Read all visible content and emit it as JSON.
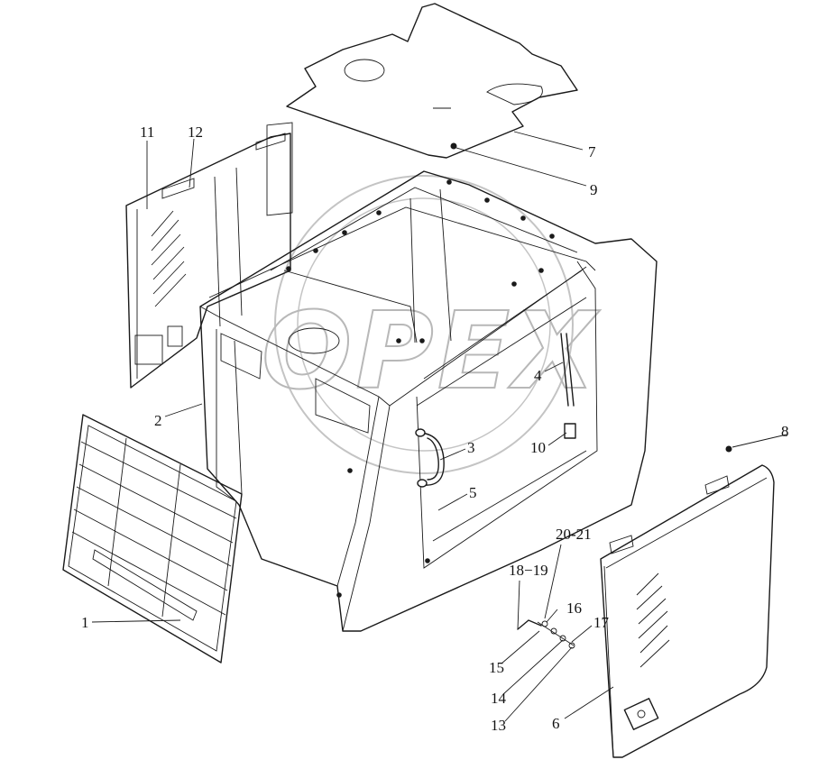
{
  "watermark": {
    "text": "OPEX"
  },
  "callouts": [
    {
      "id": "c1",
      "text": "1"
    },
    {
      "id": "c2",
      "text": "2"
    },
    {
      "id": "c3",
      "text": "3"
    },
    {
      "id": "c4",
      "text": "4"
    },
    {
      "id": "c5",
      "text": "5"
    },
    {
      "id": "c6",
      "text": "6"
    },
    {
      "id": "c7",
      "text": "7"
    },
    {
      "id": "c8",
      "text": "8"
    },
    {
      "id": "c9",
      "text": "9"
    },
    {
      "id": "c10",
      "text": "10"
    },
    {
      "id": "c11",
      "text": "11"
    },
    {
      "id": "c12",
      "text": "12"
    },
    {
      "id": "c13",
      "text": "13"
    },
    {
      "id": "c14",
      "text": "14"
    },
    {
      "id": "c15",
      "text": "15"
    },
    {
      "id": "c16",
      "text": "16"
    },
    {
      "id": "c17",
      "text": "17"
    },
    {
      "id": "c1819",
      "text": "18−19"
    },
    {
      "id": "c2021",
      "text": "20-21"
    }
  ]
}
